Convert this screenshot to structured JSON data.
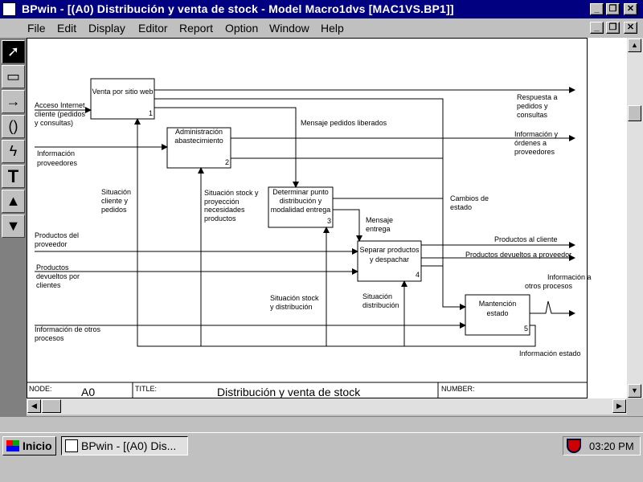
{
  "window": {
    "title": "BPwin - [(A0) Distribución y venta de stock  - Model Macro1dvs  [MAC1VS.BP1]]",
    "minimize_label": "_",
    "restore_label": "❐",
    "close_label": "✕"
  },
  "menu": {
    "items": [
      "File",
      "Edit",
      "Display",
      "Editor",
      "Report",
      "Option",
      "Window",
      "Help"
    ]
  },
  "tools": [
    {
      "name": "pointer-tool",
      "icon": "arrow-pointer-icon",
      "glyph": "➚"
    },
    {
      "name": "box-tool",
      "icon": "rectangle-icon",
      "glyph": "▭"
    },
    {
      "name": "arrow-tool",
      "icon": "arrow-right-icon",
      "glyph": "→"
    },
    {
      "name": "tunnel-tool",
      "icon": "parentheses-icon",
      "glyph": "()"
    },
    {
      "name": "squiggle-tool",
      "icon": "squiggle-icon",
      "glyph": "ϟ"
    },
    {
      "name": "text-tool",
      "icon": "text-icon",
      "glyph": "T"
    },
    {
      "name": "go-up-tool",
      "icon": "triangle-up-icon",
      "glyph": "▲"
    },
    {
      "name": "go-down-tool",
      "icon": "triangle-down-icon",
      "glyph": "▼"
    }
  ],
  "diagram": {
    "boxes": [
      {
        "id": "venta",
        "lines": [
          "Venta por sitio web"
        ],
        "number": "1"
      },
      {
        "id": "admin",
        "lines": [
          "Administración",
          "abastecimiento"
        ],
        "number": "2"
      },
      {
        "id": "determinar",
        "lines": [
          "Determinar punto",
          "distribución y",
          "modalidad entrega"
        ],
        "number": "3"
      },
      {
        "id": "separar",
        "lines": [
          "Separar productos",
          "y despachar"
        ],
        "number": "4"
      },
      {
        "id": "mantencion",
        "lines": [
          "Mantención",
          "estado"
        ],
        "number": "5"
      }
    ],
    "labels": {
      "acceso": [
        "Acceso Internet",
        "cliente (pedidos",
        "y consultas)"
      ],
      "info_prov_in": [
        "Información",
        "proveedores"
      ],
      "prod_proveedor": [
        "Productos del",
        "proveedor"
      ],
      "prod_devueltos_in": [
        "Productos",
        "devueltos por",
        "clientes"
      ],
      "info_otros_in": [
        "Información de otros",
        "procesos"
      ],
      "respuesta": [
        "Respuesta a",
        "pedidos y",
        "consultas"
      ],
      "info_ordenes": [
        "Información y",
        "órdenes a",
        "proveedores"
      ],
      "mensaje_pedidos": [
        "Mensaje pedidos liberados"
      ],
      "situacion_cliente": [
        "Situación",
        "cliente y",
        "pedidos"
      ],
      "situacion_stock_proy": [
        "Situación stock y",
        "proyección",
        "necesidades",
        "productos"
      ],
      "cambios_estado": [
        "Cambios de",
        "estado"
      ],
      "mensaje_entrega": [
        "Mensaje",
        "entrega"
      ],
      "prod_cliente": [
        "Productos al cliente"
      ],
      "prod_dev_prov": [
        "Productos devueltos a proveedor"
      ],
      "info_otros_out": [
        "Información a",
        "otros procesos"
      ],
      "situacion_stock_dist": [
        "Situación stock",
        "y distribución"
      ],
      "situacion_dist": [
        "Situación",
        "distribución"
      ],
      "info_estado": [
        "Información estado"
      ]
    },
    "footer": {
      "node_label": "NODE:",
      "node_value": "A0",
      "title_label": "TITLE:",
      "title_value": "Distribución y venta de stock",
      "number_label": "NUMBER:"
    }
  },
  "taskbar": {
    "start_label": "Inicio",
    "task_label": "BPwin - [(A0) Dis...",
    "clock": "03:20 PM"
  }
}
